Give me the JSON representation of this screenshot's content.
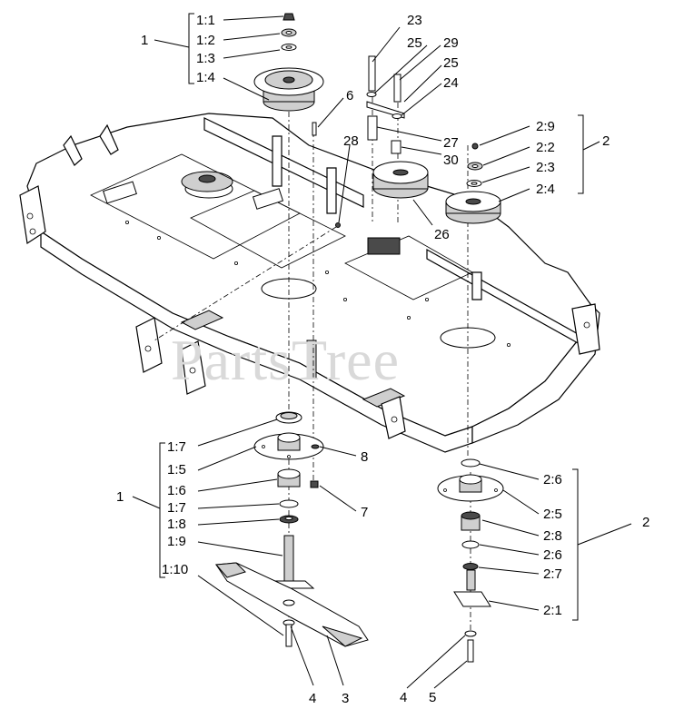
{
  "watermark": "PartsTree",
  "callouts": {
    "group_1_top": "1",
    "c1_1": "1:1",
    "c1_2": "1:2",
    "c1_3": "1:3",
    "c1_4": "1:4",
    "c23": "23",
    "c25a": "25",
    "c29": "29",
    "c25b": "25",
    "c24": "24",
    "c6": "6",
    "c28": "28",
    "c27": "27",
    "c30": "30",
    "c26": "26",
    "c2_9": "2:9",
    "c2_2": "2:2",
    "c2_3": "2:3",
    "c2_4": "2:4",
    "group_2_top": "2",
    "group_1_bottom": "1",
    "c1_7a": "1:7",
    "c1_5": "1:5",
    "c1_6": "1:6",
    "c1_7b": "1:7",
    "c1_8": "1:8",
    "c1_9": "1:9",
    "c1_10": "1:10",
    "c8": "8",
    "c7": "7",
    "c4a": "4",
    "c3": "3",
    "c2_6a": "2:6",
    "c2_5": "2:5",
    "c2_8": "2:8",
    "c2_6b": "2:6",
    "c2_7": "2:7",
    "c2_1": "2:1",
    "group_2_bottom": "2",
    "c4b": "4",
    "c5": "5"
  }
}
